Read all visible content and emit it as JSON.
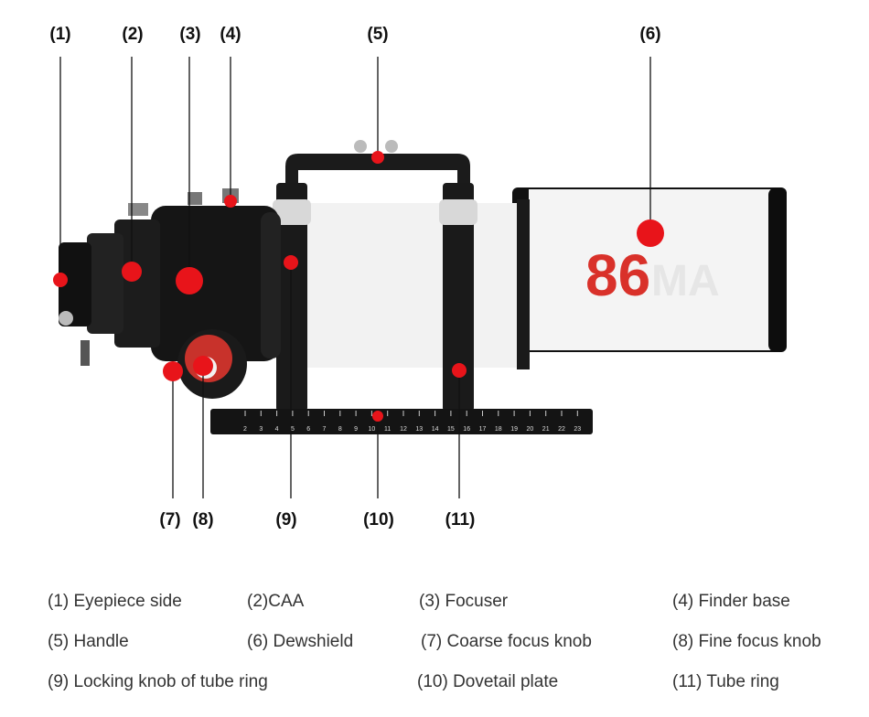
{
  "callouts": [
    "(1)",
    "(2)",
    "(3)",
    "(4)",
    "(5)",
    "(6)",
    "(7)",
    "(8)",
    "(9)",
    "(10)",
    "(11)"
  ],
  "logo": {
    "number": "86",
    "suffix": "MA"
  },
  "ruler_ticks": [
    "2",
    "3",
    "4",
    "5",
    "6",
    "7",
    "8",
    "9",
    "10",
    "11",
    "12",
    "13",
    "14",
    "15",
    "16",
    "17",
    "18",
    "19",
    "20",
    "21",
    "22",
    "23"
  ],
  "legend": [
    "(1) Eyepiece side",
    "(2)CAA",
    "(3) Focuser",
    "(4) Finder base",
    "(5) Handle",
    "(6) Dewshield",
    "(7) Coarse focus knob",
    "(8) Fine focus knob",
    "(9) Locking knob of tube ring",
    "(10) Dovetail plate",
    "(11) Tube ring"
  ],
  "colors": {
    "marker": "#e8141a",
    "logo": "#d9312a"
  }
}
